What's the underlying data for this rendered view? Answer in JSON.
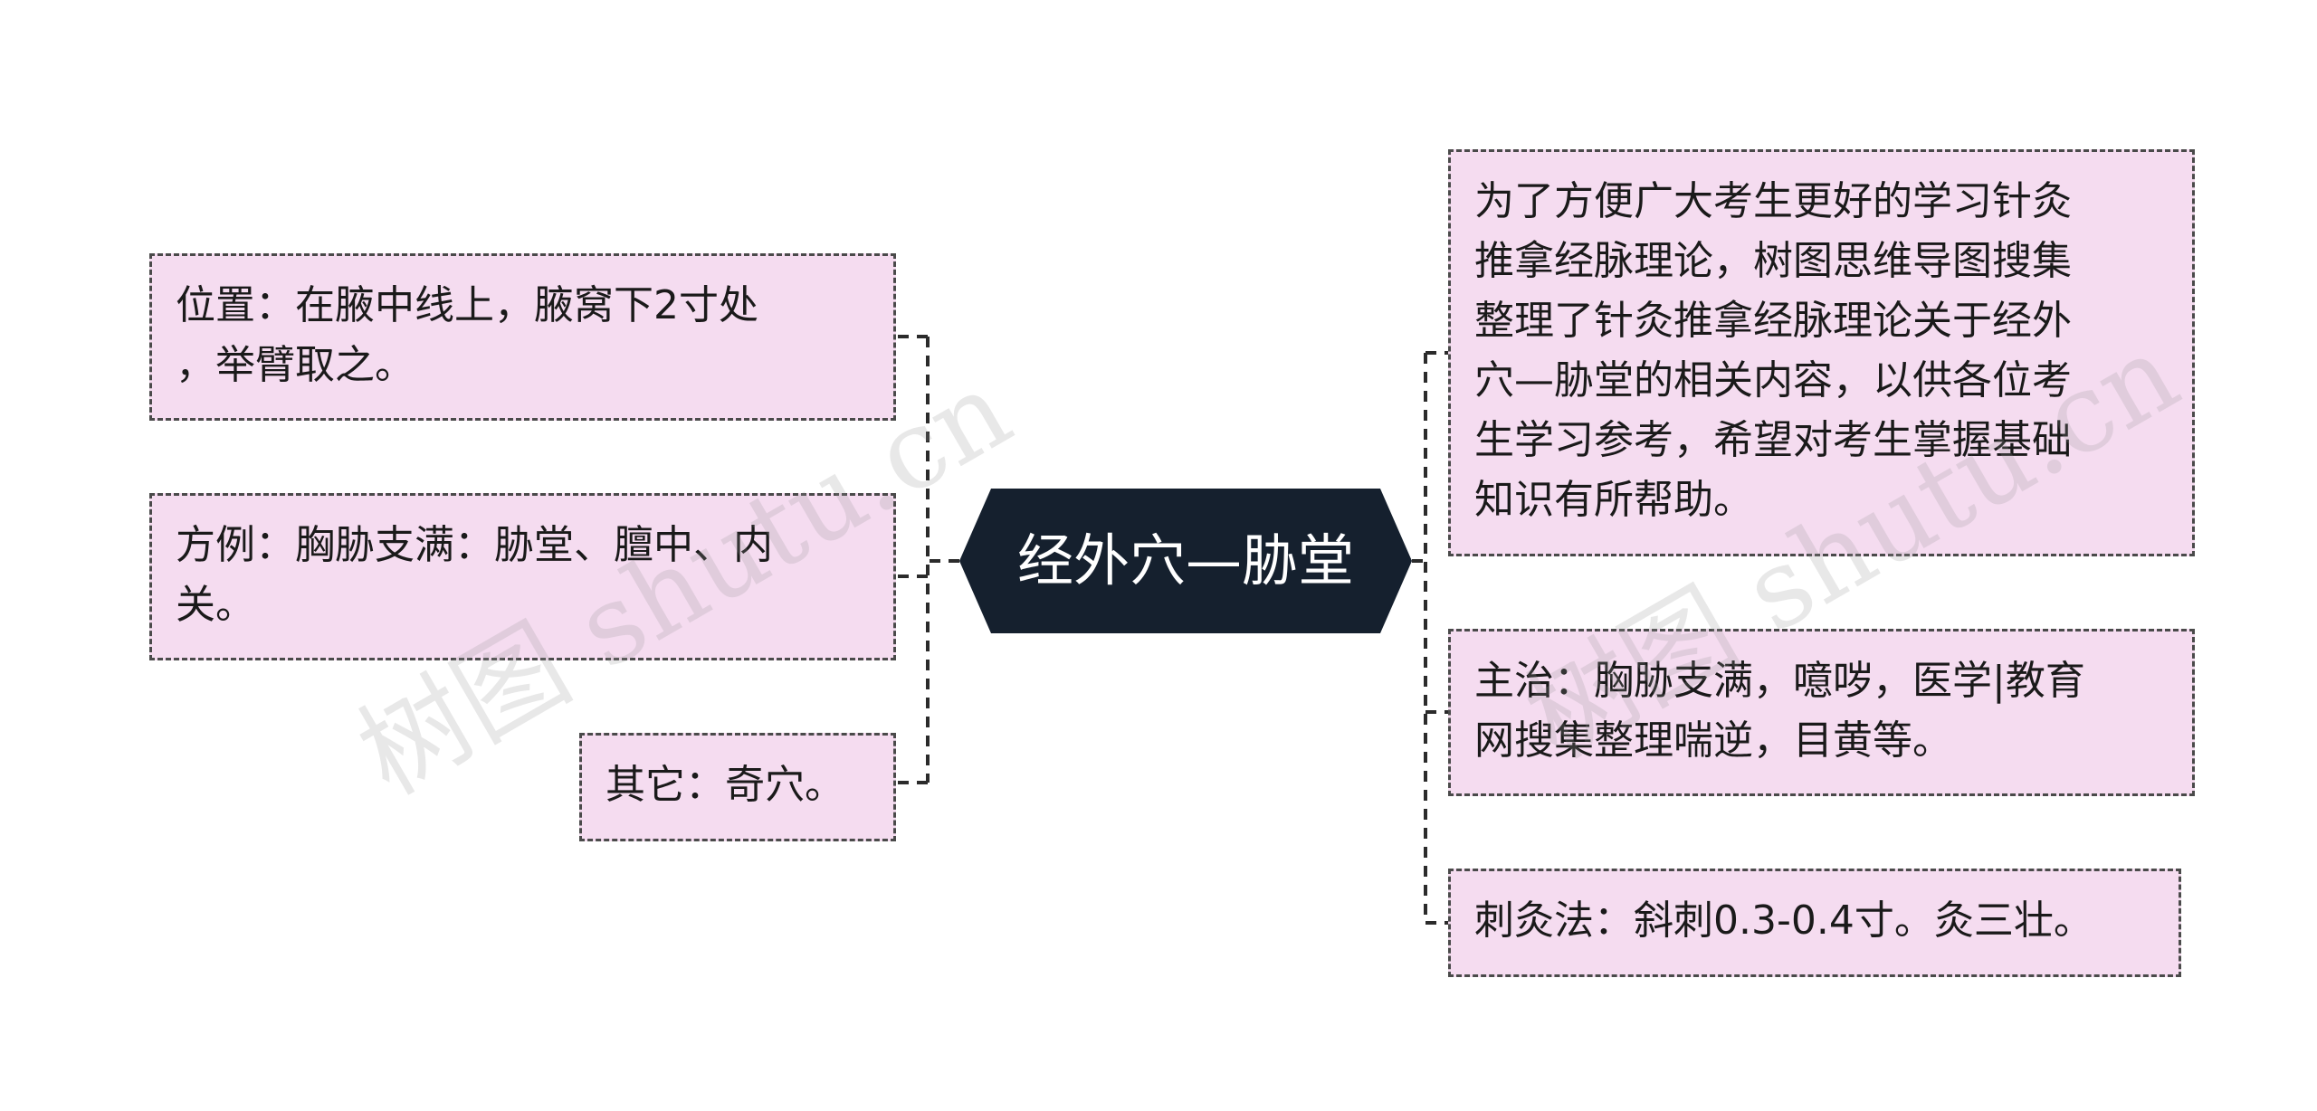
{
  "root": {
    "label": "经外穴—胁堂"
  },
  "left_nodes": [
    {
      "text": "位置：在腋中线上，腋窝下2寸处\n，举臂取之。"
    },
    {
      "text": "方例：胸胁支满：胁堂、膻中、内\n关。"
    },
    {
      "text": "其它：奇穴。"
    }
  ],
  "right_nodes": [
    {
      "text": "为了方便广大考生更好的学习针灸\n推拿经脉理论，树图思维导图搜集\n整理了针灸推拿经脉理论关于经外\n穴—胁堂的相关内容，以供各位考\n生学习参考，希望对考生掌握基础\n知识有所帮助。"
    },
    {
      "text": "主治：胸胁支满，噫哕，医学|教育\n网搜集整理喘逆，目黄等。"
    },
    {
      "text": "刺灸法：斜刺0.3-0.4寸。灸三壮。"
    }
  ],
  "watermark": "树图 shutu.cn",
  "colors": {
    "root_bg": "#15202e",
    "node_bg": "#f5dcf0",
    "connector": "#2b2b2b"
  }
}
